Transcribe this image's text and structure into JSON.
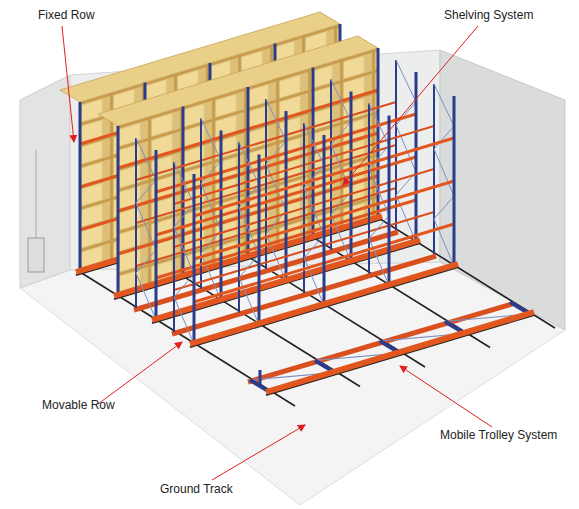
{
  "diagram": {
    "labels": [
      "Fixed Row",
      "Shelving System",
      "Movable Row",
      "Mobile Trolley System",
      "Ground Track"
    ]
  }
}
